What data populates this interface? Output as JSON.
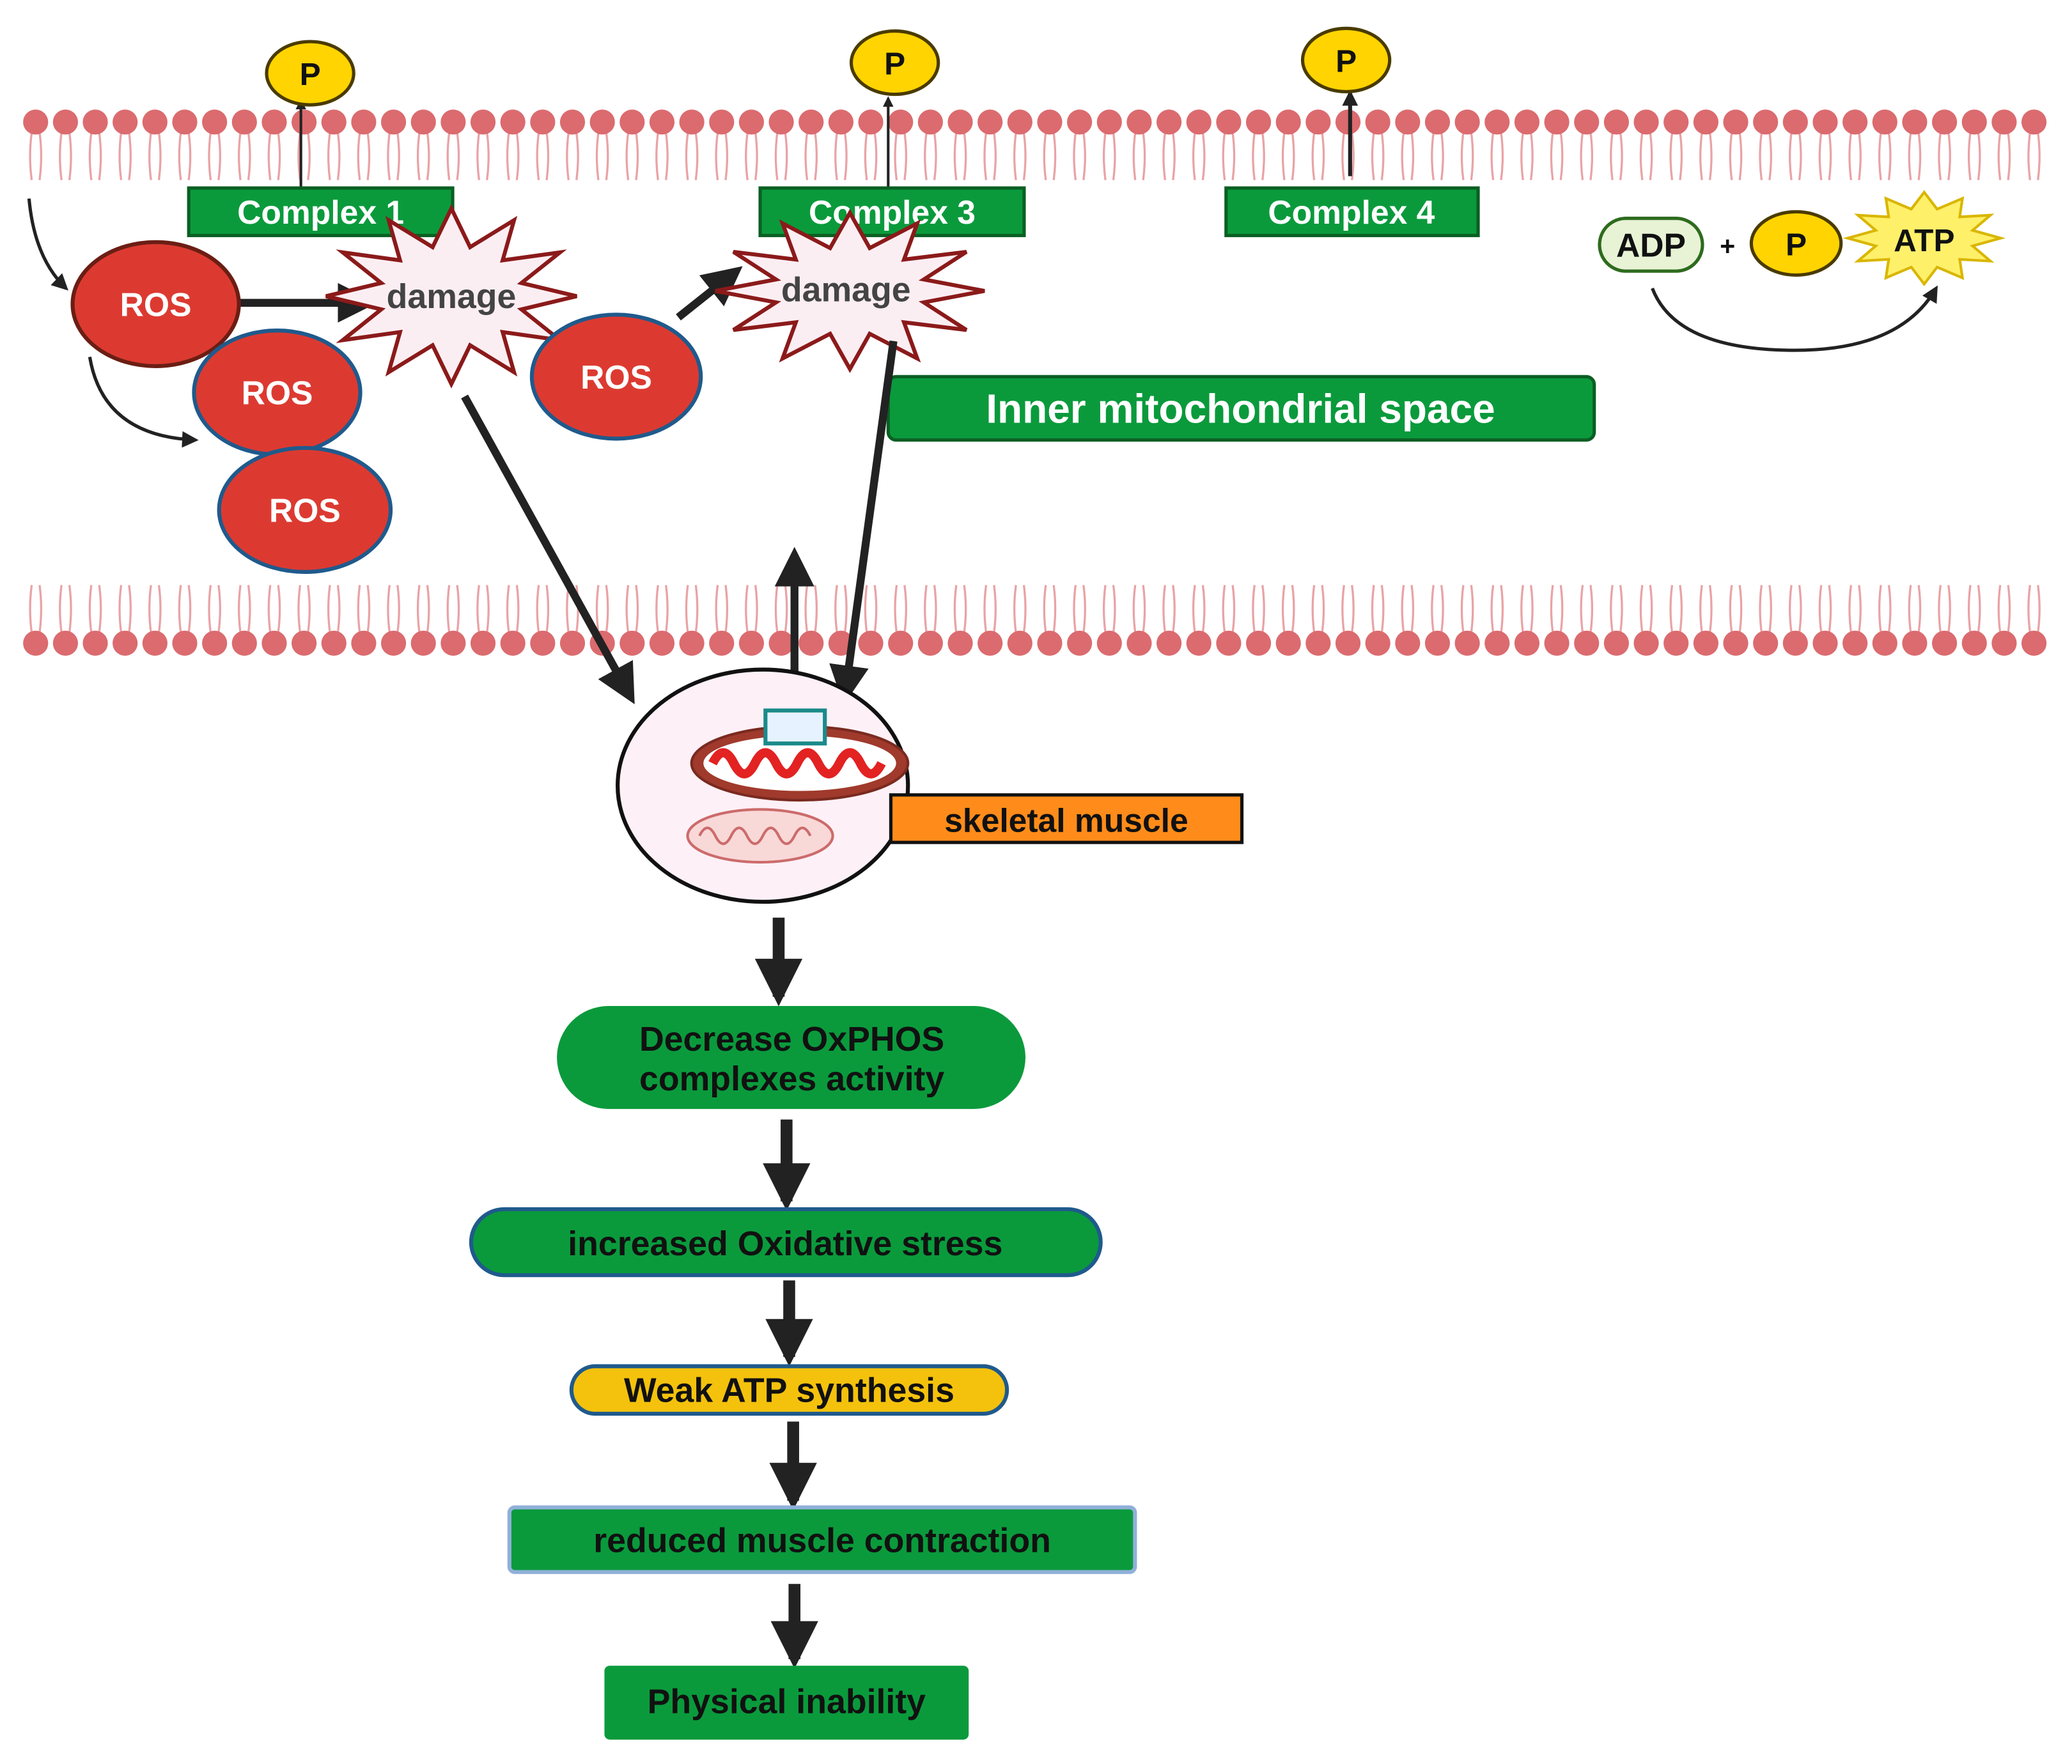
{
  "membrane": {
    "phosphate_label": "P",
    "complexes": [
      {
        "label": "Complex 1"
      },
      {
        "label": "Complex 3"
      },
      {
        "label": "Complex 4"
      }
    ]
  },
  "ros": {
    "label": "ROS"
  },
  "damage": {
    "label": "damage"
  },
  "atp_reaction": {
    "adp": "ADP",
    "plus": "+",
    "phosphate": "P",
    "atp": "ATP"
  },
  "space_label": "Inner mitochondrial space",
  "cell": {
    "tissue_label": "skeletal muscle"
  },
  "flow": [
    {
      "line1": "Decrease OxPHOS",
      "line2": "complexes activity"
    },
    {
      "text": "increased Oxidative stress"
    },
    {
      "text": "Weak ATP synthesis"
    },
    {
      "text": "reduced muscle contraction"
    },
    {
      "text": "Physical inability"
    }
  ],
  "colors": {
    "membrane_head": "#db6b6f",
    "membrane_tail": "#e9a3a6",
    "green": "#0a9a3c",
    "green_border": "#0a5f23",
    "ros_fill": "#dc3a31",
    "phosphate": "#ffd400",
    "tissue": "#ff8c1a",
    "flow_yellow": "#f4c20d",
    "arrow": "#222222"
  }
}
